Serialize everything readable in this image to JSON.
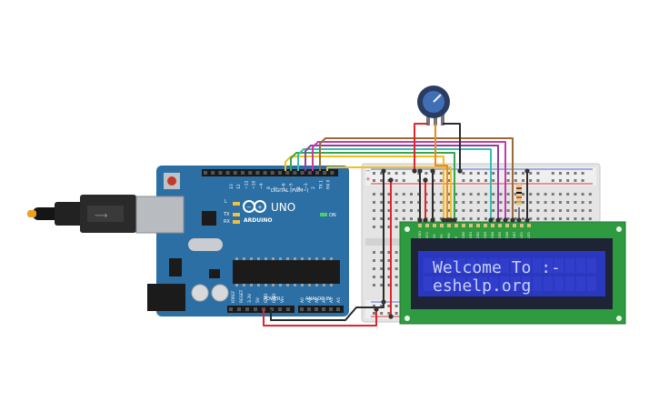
{
  "circuit": {
    "arduino": {
      "brand": "ARDUINO",
      "model": "UNO",
      "on_label": "ON",
      "tx_label": "TX",
      "rx_label": "RX",
      "l_label": "L",
      "digital_label": "DIGITAL (PWM~)",
      "power_label": "POWER",
      "analog_label": "ANALOG IN",
      "aref_label": "AREF",
      "gnd_label": "GND",
      "digital_pins": [
        "13",
        "12",
        "~11",
        "~10",
        "~9",
        "8",
        "7",
        "~6",
        "~5",
        "4",
        "~3",
        "2",
        "TX 1",
        "RX 0"
      ],
      "power_pins": [
        "IOREF",
        "RESET",
        "3.3V",
        "5V",
        "GND",
        "GND",
        "Vin"
      ],
      "analog_pins": [
        "A0",
        "A1",
        "A2",
        "A3",
        "A4",
        "A5"
      ]
    },
    "lcd": {
      "line1": "Welcome To :-",
      "line2": "eshelp.org",
      "pin_labels": [
        "GND",
        "VCC",
        "V0",
        "RS",
        "RW",
        "E",
        "DB0",
        "DB1",
        "DB2",
        "DB3",
        "DB4",
        "DB5",
        "DB6",
        "DB7",
        "LED",
        "LED"
      ]
    },
    "wire_colors": {
      "red": "#e0262b",
      "black": "#2b2b2b",
      "orange": "#f08a1c",
      "yellow": "#f3c020",
      "green": "#3aa64a",
      "teal": "#3cbcb4",
      "purple": "#8d3fa0",
      "magenta": "#c43ca8",
      "brown": "#9a6a3a"
    },
    "colors": {
      "board": "#2c6fa4",
      "lcd_pcb": "#2f9b40",
      "lcd_screen": "#2a38c0",
      "breadboard": "#e3e3e3"
    }
  }
}
